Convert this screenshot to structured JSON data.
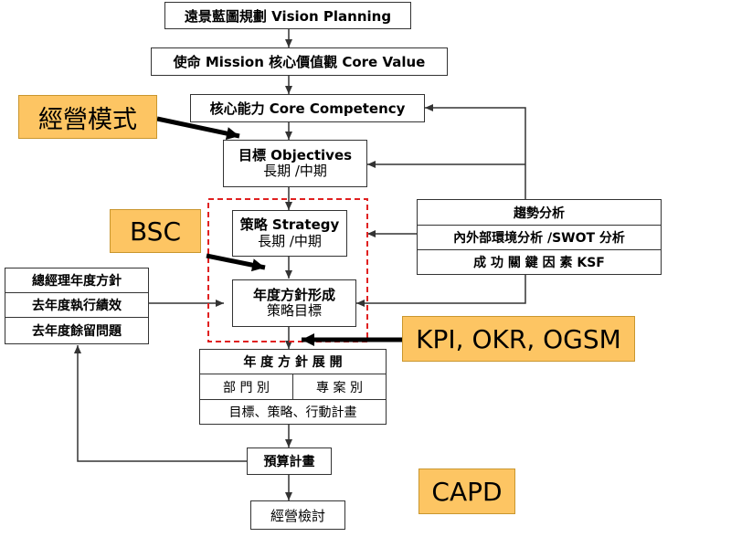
{
  "nodes": {
    "vision": "遠景藍圖規劃  Vision Planning",
    "mission": "使命 Mission 核心價值觀  Core Value",
    "competency": "核心能力 Core Competency",
    "objectives": {
      "title": "目標 Objectives",
      "sub": "長期 /中期"
    },
    "strategy": {
      "title": "策略 Strategy",
      "sub": "長期 /中期"
    },
    "annual": {
      "title": "年度方針形成",
      "sub": "策略目標"
    },
    "trends": {
      "title": "趨勢分析",
      "swot": "內外部環境分析  /SWOT 分析",
      "ksf": "成 功 關 鍵 因 素 KSF"
    },
    "gm": {
      "row1": "總經理年度方針",
      "row2": "去年度執行績效",
      "row3": "去年度餘留問題"
    },
    "deploy": {
      "title": "年 度 方 針 展 開",
      "dept": "部 門 別",
      "project": "專 案 別",
      "plans": "目標、策略、行動計畫"
    },
    "budget": "預算計畫",
    "review": "經營檢討"
  },
  "tags": {
    "business_model": "經營模式",
    "bsc": "BSC",
    "kpi": "KPI, OKR, OGSM",
    "capd": "CAPD"
  },
  "colors": {
    "tag_fill": "#FDC563",
    "dashed_border": "#E02020",
    "line": "#333333"
  }
}
